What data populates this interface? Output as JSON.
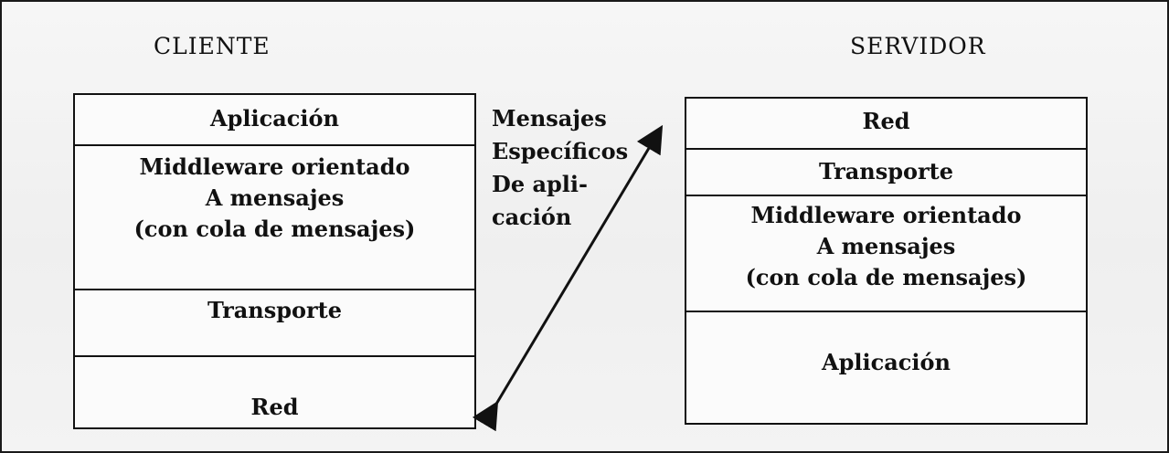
{
  "client": {
    "title": "CLIENTE",
    "layers": [
      {
        "lines": [
          "Aplicación"
        ]
      },
      {
        "lines": [
          "Middleware orientado",
          "A mensajes",
          "(con cola de mensajes)"
        ]
      },
      {
        "lines": [
          "Transporte"
        ]
      },
      {
        "lines": [
          "Red"
        ]
      }
    ]
  },
  "server": {
    "title": "SERVIDOR",
    "layers": [
      {
        "lines": [
          "Red"
        ]
      },
      {
        "lines": [
          "Transporte"
        ]
      },
      {
        "lines": [
          "Middleware orientado",
          "A mensajes",
          "(con cola de mensajes)"
        ]
      },
      {
        "lines": [
          "Aplicación"
        ]
      }
    ]
  },
  "link": {
    "lines": [
      "Mensajes",
      "Específicos",
      "De apli-",
      "cación"
    ]
  }
}
